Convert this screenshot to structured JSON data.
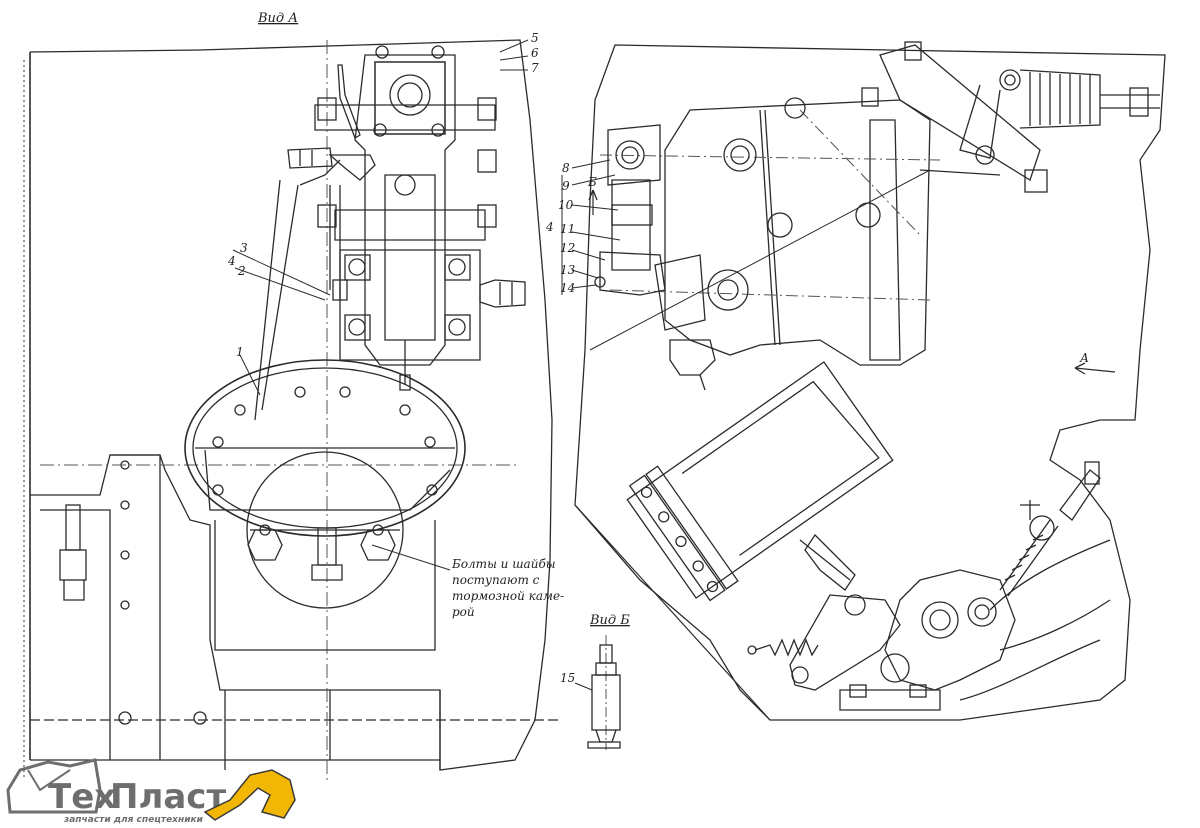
{
  "views": {
    "view_a": "Вид А",
    "view_b": "Вид Б",
    "view_b_arrow": "Б",
    "direction_a": "А"
  },
  "callouts": {
    "n1": "1",
    "n2": "2",
    "n3": "3",
    "n4_left": "4",
    "n5": "5",
    "n6": "6",
    "n7": "7",
    "n8": "8",
    "n9": "9",
    "n10": "10",
    "n11": "11",
    "n4_right": "4",
    "n12": "12",
    "n13": "13",
    "n14": "14",
    "n15": "15"
  },
  "note": {
    "line1": "Болты и шайбы",
    "line2": "поступают с",
    "line3": "тормозной каме-",
    "line4": "рой"
  },
  "logo": {
    "brand_part1": "Тех",
    "brand_part2": "Пласт",
    "tagline": "запчасти для спецтехники",
    "colors": {
      "gray": "#6d6e70",
      "yellow": "#f2b705",
      "ink": "#3a3a3a"
    }
  },
  "colors": {
    "ink": "#2b2b2b",
    "paper": "#ffffff"
  }
}
